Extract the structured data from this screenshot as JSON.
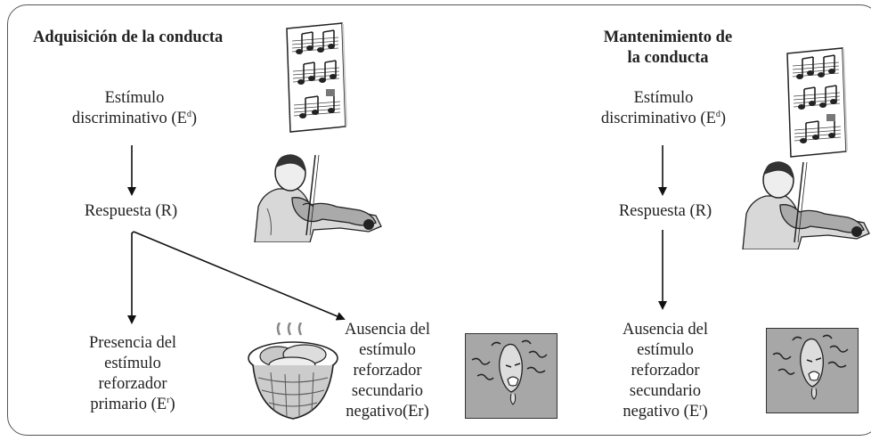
{
  "left": {
    "title": "Adquisición de la conducta",
    "stimulus_line1": "Estímulo",
    "stimulus_line2": "discriminativo (E",
    "stimulus_sup": "d",
    "stimulus_close": ")",
    "response": "Respuesta (R)",
    "primary_line1": "Presencia del",
    "primary_line2": "estímulo",
    "primary_line3": "reforzador",
    "primary_line4": "primario (E",
    "primary_sup": "r",
    "primary_close": ")",
    "absence_line1": "Ausencia del",
    "absence_line2": "estímulo",
    "absence_line3": "reforzador",
    "absence_line4": "secundario",
    "absence_line5": "negativo(Er)"
  },
  "right": {
    "title_line1": "Mantenimiento de",
    "title_line2": "la conducta",
    "stimulus_line1": "Estímulo",
    "stimulus_line2": "discriminativo (E",
    "stimulus_sup": "d",
    "stimulus_close": ")",
    "response": "Respuesta (R)",
    "absence_line1": "Ausencia del",
    "absence_line2": "estímulo",
    "absence_line3": "reforzador",
    "absence_line4": "secundario",
    "absence_line5": "negativo (E",
    "absence_sup": "r",
    "absence_close": ")"
  },
  "illustrations": [
    "sheet-music-icon",
    "violinist-icon",
    "bread-basket-icon",
    "crying-face-icon"
  ]
}
